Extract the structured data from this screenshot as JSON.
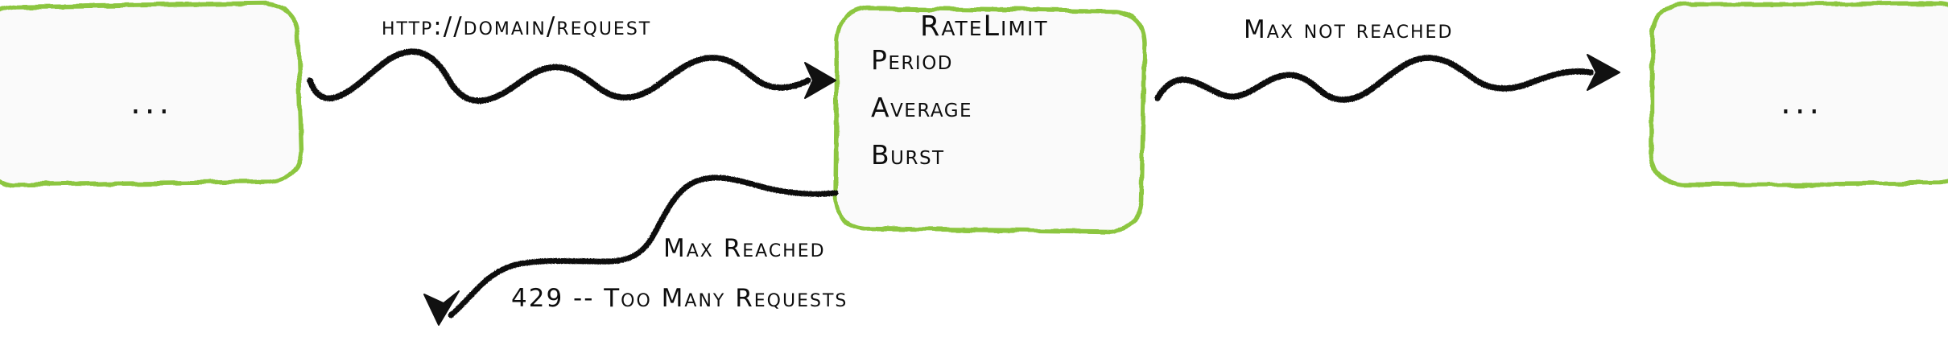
{
  "diagram": {
    "title": "rate limit request flow",
    "type": "flow-diagram",
    "style": "hand-drawn sketch",
    "colors": {
      "node_border": "#8CC63F",
      "node_fill": "#FAFAFA",
      "stroke": "#111111",
      "background": "#FFFFFF"
    },
    "nodes": [
      {
        "id": "upstream",
        "label": "...",
        "kind": "ellipsis-box"
      },
      {
        "id": "ratelimit",
        "title": "RateLimit",
        "fields": [
          {
            "label": "Period"
          },
          {
            "label": "Average"
          },
          {
            "label": "Burst"
          }
        ],
        "kind": "field-box"
      },
      {
        "id": "downstream",
        "label": "...",
        "kind": "ellipsis-box"
      }
    ],
    "edges": [
      {
        "id": "request",
        "from": "upstream",
        "to": "ratelimit",
        "label": "http://domain/request",
        "shape": "wavy",
        "direction": "right"
      },
      {
        "id": "allowed",
        "from": "ratelimit",
        "to": "downstream",
        "label": "Max not reached",
        "shape": "wavy",
        "direction": "right"
      },
      {
        "id": "rejected",
        "from": "ratelimit",
        "to": "client",
        "label": "Max Reached",
        "sublabel": "429 -- Too Many Requests",
        "shape": "curve",
        "direction": "down-left"
      }
    ]
  }
}
